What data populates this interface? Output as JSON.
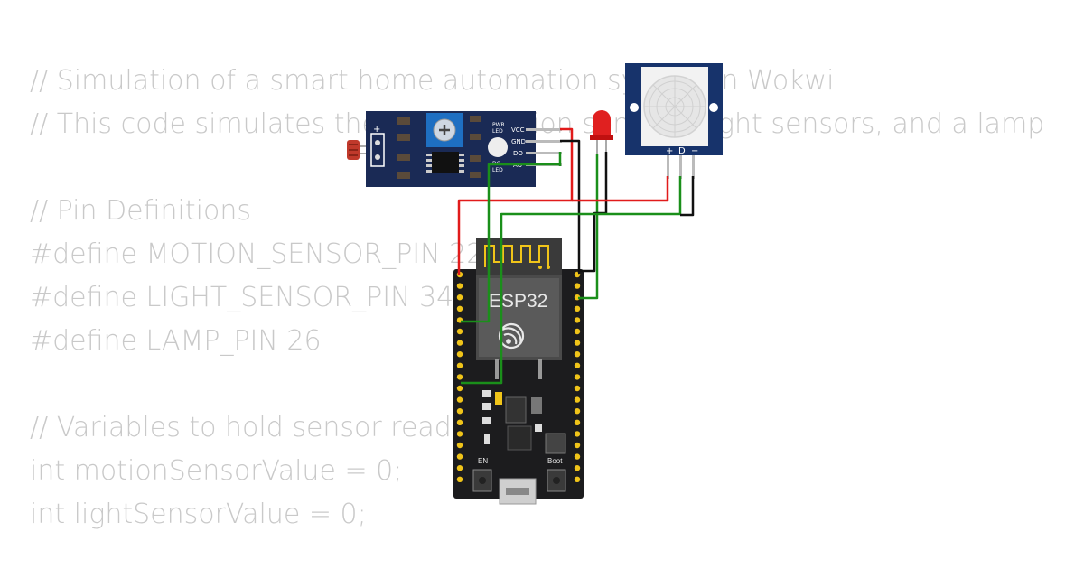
{
  "code_lines": [
    "// Simulation of a smart home automation system in Wokwi",
    "// This code simulates the use of motion sensors, light sensors, and a lamp",
    "",
    "// Pin Definitions",
    "#define MOTION_SENSOR_PIN 22",
    "#define LIGHT_SENSOR_PIN 34",
    "#define LAMP_PIN 26",
    "",
    "// Variables to hold sensor readings",
    "int motionSensorValue = 0;",
    "int lightSensorValue = 0;"
  ],
  "esp32": {
    "label": "ESP32",
    "en_label": "EN",
    "boot_label": "Boot"
  },
  "ldr_module": {
    "plus": "+",
    "minus": "−",
    "pwr_led": "PWR\nLED",
    "pins": [
      "VCC",
      "GND",
      "DO",
      "AO"
    ],
    "do_led": "DO\nLED"
  },
  "pir": {
    "pin_labels": [
      "+",
      "D",
      "−"
    ]
  },
  "colors": {
    "board": "#1c1c1e",
    "ldr_board": "#1a2a55",
    "pot": "#1e6fc2",
    "wire_red": "#e11b1b",
    "wire_green": "#1a8f1a",
    "wire_black": "#111111",
    "pin_gold": "#f0c419",
    "pir_board": "#17336b",
    "led": "#e02020"
  }
}
